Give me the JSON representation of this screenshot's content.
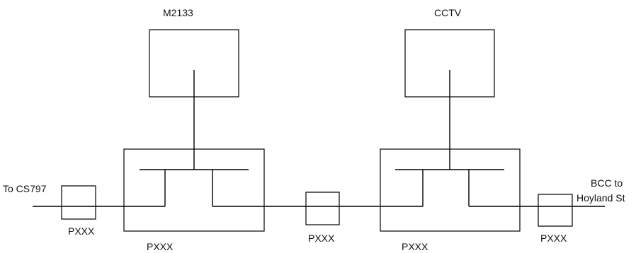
{
  "devices": {
    "left": {
      "label": "M2133"
    },
    "right": {
      "label": "CCTV"
    }
  },
  "panels": {
    "left": {
      "label": "PXXX"
    },
    "right": {
      "label": "PXXX"
    }
  },
  "joints": {
    "left": {
      "label": "PXXX"
    },
    "middle": {
      "label": "PXXX"
    },
    "right": {
      "label": "PXXX"
    }
  },
  "ends": {
    "left": {
      "label": "To CS797"
    },
    "right": {
      "lines": [
        "BCC to",
        "Hoyland St"
      ]
    }
  }
}
